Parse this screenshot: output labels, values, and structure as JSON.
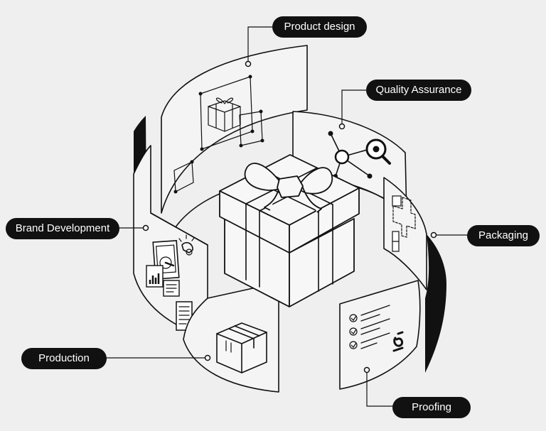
{
  "diagram": {
    "center_icon": "gift-box-icon",
    "stages": [
      {
        "id": "product-design",
        "label": "Product design",
        "icon": "gift-sketch-icon"
      },
      {
        "id": "quality-assurance",
        "label": "Quality Assurance",
        "icon": "magnifier-network-icon"
      },
      {
        "id": "packaging",
        "label": "Packaging",
        "icon": "box-dieline-icon"
      },
      {
        "id": "proofing",
        "label": "Proofing",
        "icon": "checklist-icon"
      },
      {
        "id": "production",
        "label": "Production",
        "icon": "shipping-box-icon"
      },
      {
        "id": "brand-development",
        "label": "Brand Development",
        "icon": "brand-assets-icon"
      }
    ]
  }
}
